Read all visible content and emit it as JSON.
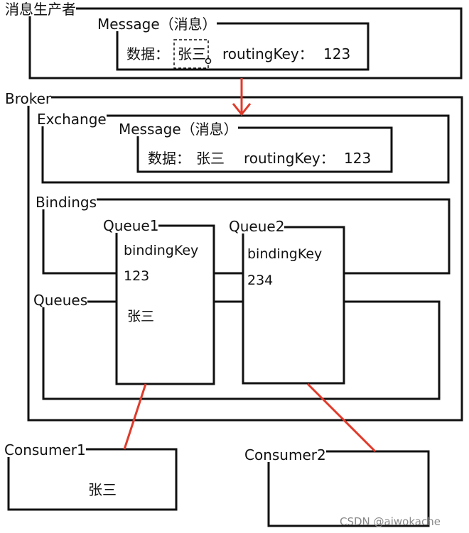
{
  "producer": {
    "title": "消息生产者",
    "message": {
      "title": "Message（消息）",
      "data_label": "数据：",
      "data_value": "张三",
      "routing_key_label": "routingKey：",
      "routing_key_value": "123"
    }
  },
  "broker": {
    "title": "Broker",
    "exchange": {
      "title": "Exchange",
      "message": {
        "title": "Message（消息）",
        "data_label": "数据：",
        "data_value": "张三",
        "routing_key_label": "routingKey：",
        "routing_key_value": "123"
      }
    },
    "bindings_title": "Bindings",
    "queues_title": "Queues",
    "queue1": {
      "title": "Queue1",
      "binding_key_label": "bindingKey",
      "binding_key_value": "123",
      "message": "张三"
    },
    "queue2": {
      "title": "Queue2",
      "binding_key_label": "bindingKey",
      "binding_key_value": "234"
    }
  },
  "consumer1": {
    "title": "Consumer1",
    "message": "张三"
  },
  "consumer2": {
    "title": "Consumer2"
  },
  "watermark": "CSDN @aiwokache",
  "colors": {
    "line": "#111111",
    "arrow": "#e03a2a"
  }
}
